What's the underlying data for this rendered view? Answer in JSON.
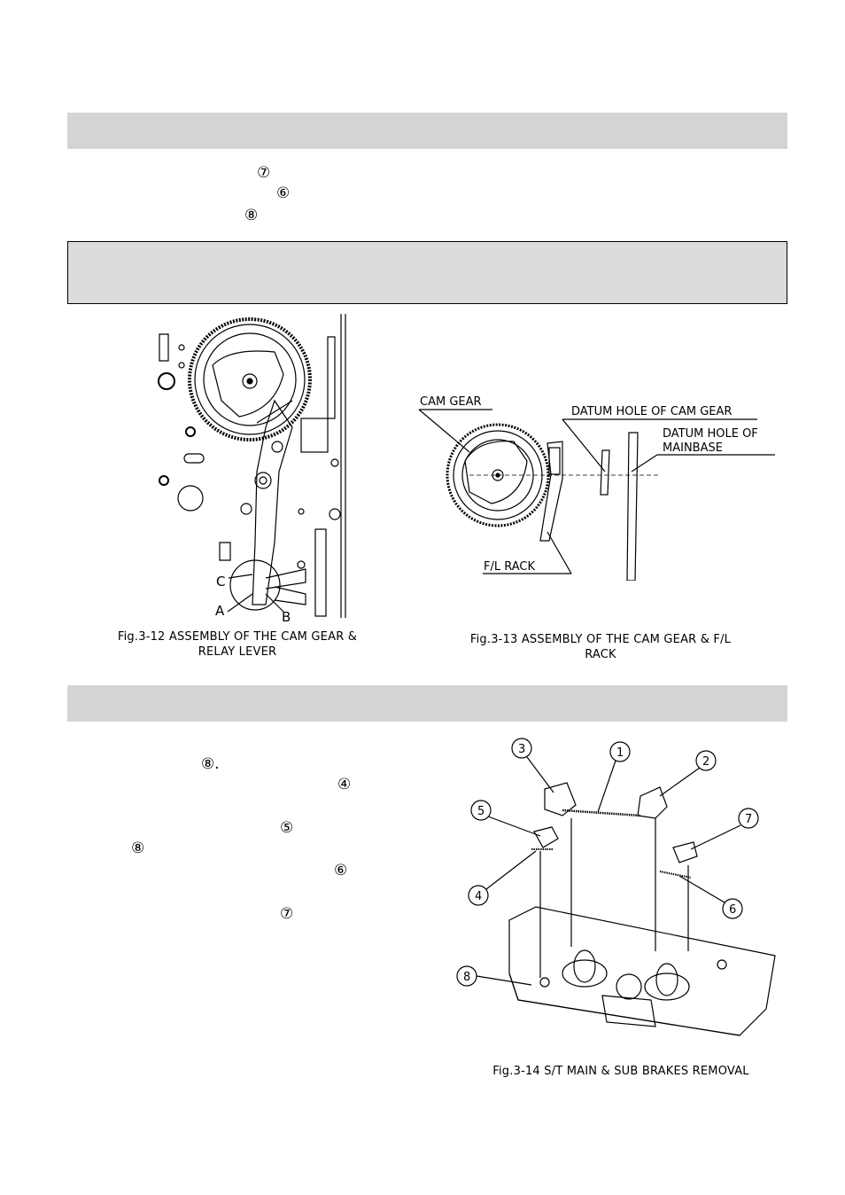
{
  "top_steps": {
    "marker_1": "⑦",
    "marker_2": "⑥",
    "marker_3": "⑧"
  },
  "fig_3_12": {
    "caption_line1": "Fig.3-12 ASSEMBLY OF THE CAM GEAR &",
    "caption_line2": "RELAY LEVER",
    "label_a": "A",
    "label_b": "B",
    "label_c": "C"
  },
  "fig_3_13": {
    "cam_gear": "CAM GEAR",
    "datum_cam_gear": "DATUM HOLE OF CAM GEAR",
    "datum_mainbase_1": "DATUM HOLE OF",
    "datum_mainbase_2": "MAINBASE",
    "fl_rack": "F/L RACK",
    "caption_line1": "Fig.3-13 ASSEMBLY OF THE CAM GEAR & F/L",
    "caption_line2": "RACK"
  },
  "bottom_steps": {
    "marker_1": "⑧.",
    "marker_2": "④",
    "marker_3": "⑤",
    "marker_4": "⑧",
    "marker_5": "⑥",
    "marker_6": "⑦"
  },
  "fig_3_14": {
    "callouts": [
      "1",
      "2",
      "3",
      "4",
      "5",
      "6",
      "7",
      "8"
    ],
    "caption": "Fig.3-14 S/T MAIN & SUB BRAKES REMOVAL"
  }
}
